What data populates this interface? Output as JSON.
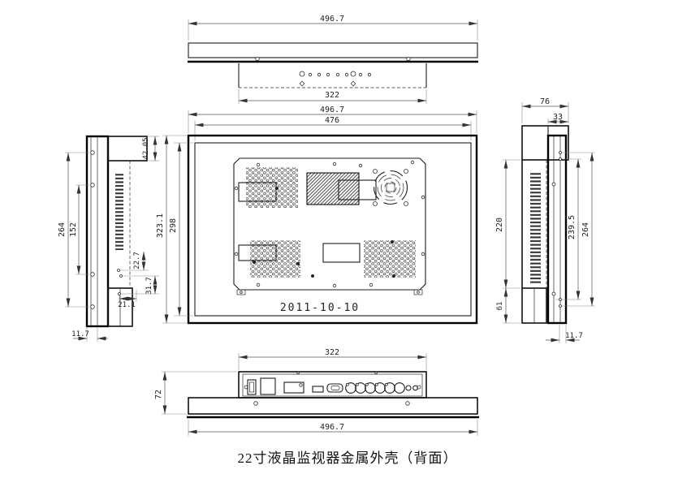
{
  "title": "22寸液晶监视器金属外壳（背面）",
  "drawing": {
    "date": "2011-10-10",
    "views": {
      "top": {
        "overall_width": "496.7",
        "rear_box_width": "322"
      },
      "back": {
        "overall_width": "496.7",
        "inner_width": "476",
        "overall_height": "323.1",
        "inner_height": "298"
      },
      "left": {
        "mount_hole_span": "264",
        "mount_hole_pitch": "152",
        "top_depth": "42.05",
        "offset_a": "22.7",
        "offset_b": "31.7",
        "offset_c": "21.1",
        "flange_thickness": "11.7"
      },
      "right": {
        "overall_depth": "76",
        "rear_box_depth": "33",
        "vent_zone_height": "220",
        "bottom_step_height": "61",
        "hole_span_inner": "239.5",
        "hole_span_outer": "264",
        "flange_thickness": "11.7"
      },
      "bottom": {
        "rear_box_width": "322",
        "front_height": "72",
        "overall_width": "496.7"
      }
    }
  }
}
